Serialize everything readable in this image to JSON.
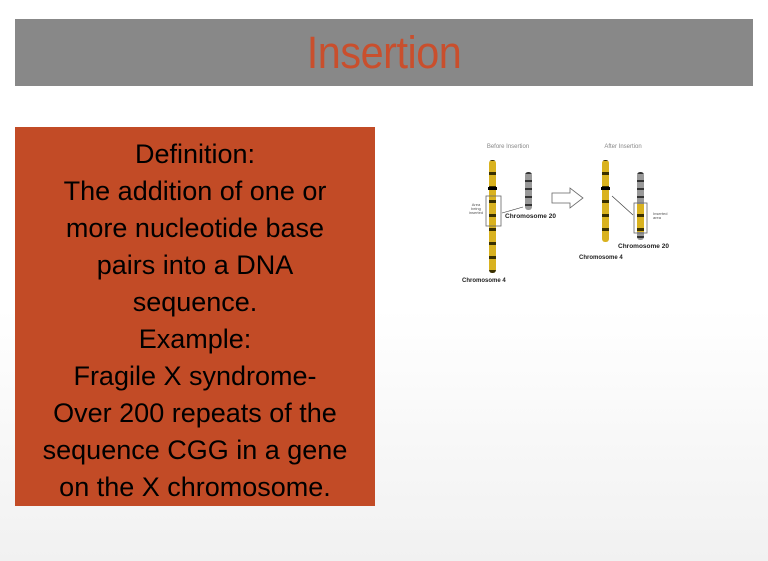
{
  "title": "Insertion",
  "definition": {
    "lines": [
      "Definition:",
      "The addition of one or",
      "more nucleotide base",
      "pairs into a DNA",
      "sequence.",
      "Example:",
      "Fragile X syndrome-",
      "Over 200 repeats of the",
      "sequence CGG in a gene",
      "on the X chromosome."
    ]
  },
  "diagram": {
    "before_label": "Before Insertion",
    "after_label": "After Insertion",
    "area_being_inserted": [
      "Area",
      "being",
      "inserted"
    ],
    "inserted_area": [
      "Inserted",
      "area"
    ],
    "chromosome_20": "Chromosome 20",
    "chromosome_4": "Chromosome 4"
  },
  "colors": {
    "title_bar": "#888888",
    "title_text": "#c94f2d",
    "box": "#c24b26"
  }
}
